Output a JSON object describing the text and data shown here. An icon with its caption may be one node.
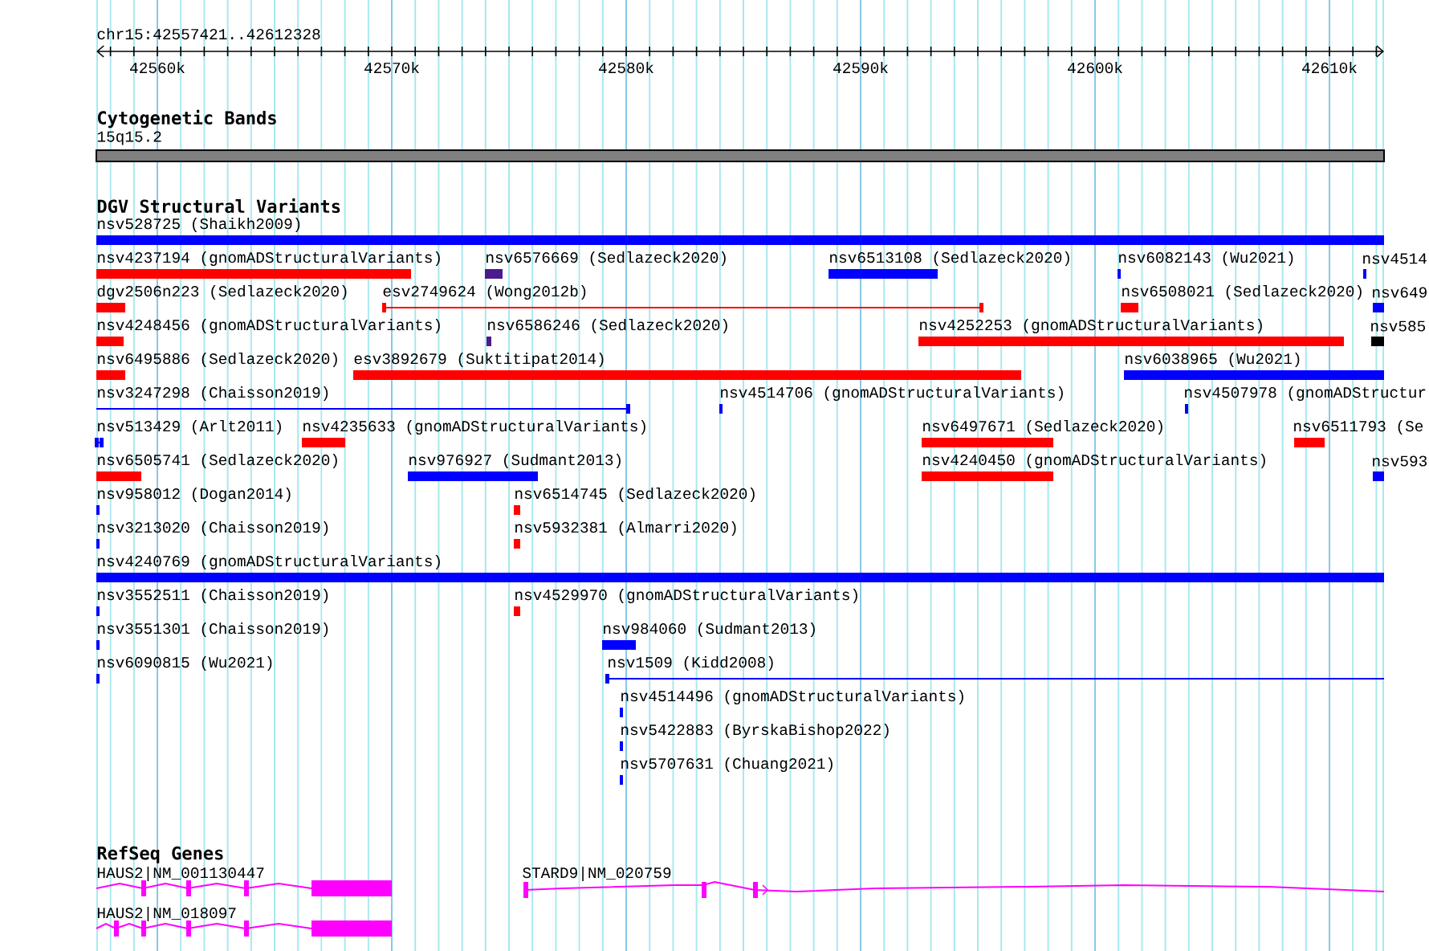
{
  "diagram": {
    "labels": [
      "chr15:42557421..42612328",
      "42560k",
      "42570k",
      "42580k",
      "42590k",
      "42600k",
      "42610k",
      "Cytogenetic Bands",
      "15q15.2",
      "DGV Structural Variants",
      "nsv528725 (Shaikh2009)",
      "nsv4237194 (gnomADStructuralVariants)",
      "nsv6576669 (Sedlazeck2020)",
      "nsv6513108 (Sedlazeck2020)",
      "nsv6082143 (Wu2021)",
      "nsv4514",
      "dgv2506n223 (Sedlazeck2020)",
      "esv2749624 (Wong2012b)",
      "nsv6508021 (Sedlazeck2020)",
      "nsv649",
      "nsv4248456 (gnomADStructuralVariants)",
      "nsv6586246 (Sedlazeck2020)",
      "nsv4252253 (gnomADStructuralVariants)",
      "nsv585",
      "nsv6495886 (Sedlazeck2020)",
      "esv3892679 (Suktitipat2014)",
      "nsv6038965 (Wu2021)",
      "nsv3247298 (Chaisson2019)",
      "nsv4514706 (gnomADStructuralVariants)",
      "nsv4507978 (gnomADStructur",
      "nsv513429 (Arlt2011)",
      "nsv4235633 (gnomADStructuralVariants)",
      "nsv6497671 (Sedlazeck2020)",
      "nsv6511793 (Se",
      "nsv6505741 (Sedlazeck2020)",
      "nsv976927 (Sudmant2013)",
      "nsv4240450 (gnomADStructuralVariants)",
      "nsv593",
      "nsv958012 (Dogan2014)",
      "nsv6514745 (Sedlazeck2020)",
      "nsv3213020 (Chaisson2019)",
      "nsv5932381 (Almarri2020)",
      "nsv4240769 (gnomADStructuralVariants)",
      "nsv3552511 (Chaisson2019)",
      "nsv4529970 (gnomADStructuralVariants)",
      "nsv3551301 (Chaisson2019)",
      "nsv984060 (Sudmant2013)",
      "nsv6090815 (Wu2021)",
      "nsv1509 (Kidd2008)",
      "nsv4514496 (gnomADStructuralVariants)",
      "nsv5422883 (ByrskaBishop2022)",
      "nsv5707631 (Chuang2021)",
      "RefSeq Genes",
      "HAUS2|NM_001130447",
      "STARD9|NM_020759",
      "HAUS2|NM_018097"
    ]
  }
}
